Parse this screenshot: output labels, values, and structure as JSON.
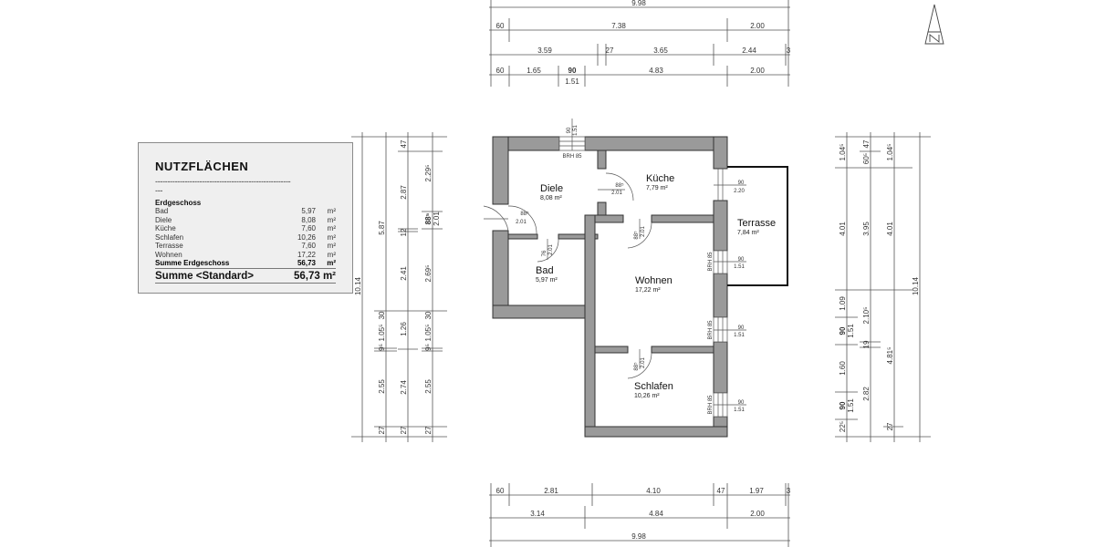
{
  "legend": {
    "title": "NUTZFLÄCHEN",
    "separator": "-------------------------------------------------------",
    "separator_tail": "---",
    "group": "Erdgeschoss",
    "rows": [
      {
        "name": "Bad",
        "value": "5,97",
        "unit": "m²"
      },
      {
        "name": "Diele",
        "value": "8,08",
        "unit": "m²"
      },
      {
        "name": "Küche",
        "value": "7,60",
        "unit": "m²"
      },
      {
        "name": "Schlafen",
        "value": "10,26",
        "unit": "m²"
      },
      {
        "name": "Terrasse",
        "value": "7,60",
        "unit": "m²"
      },
      {
        "name": "Wohnen",
        "value": "17,22",
        "unit": "m²"
      }
    ],
    "subtotal": {
      "name": "Summe Erdgeschoss",
      "value": "56,73",
      "unit": "m²"
    },
    "total": {
      "name": "Summe <Standard>",
      "value": "56,73 m²"
    }
  },
  "rooms": [
    {
      "name": "Diele",
      "area": "8,08 m²"
    },
    {
      "name": "Küche",
      "area": "7,79 m²"
    },
    {
      "name": "Terrasse",
      "area": "7,84 m²"
    },
    {
      "name": "Bad",
      "area": "5,97 m²"
    },
    {
      "name": "Wohnen",
      "area": "17,22 m²"
    },
    {
      "name": "Schlafen",
      "area": "10,26 m²"
    }
  ],
  "openings": {
    "brh": "BRH 85",
    "top_window": {
      "w": "90",
      "h": "1.51"
    },
    "door_diele_kueche": {
      "w": "88⁵",
      "h": "2.01"
    },
    "entry_door": {
      "w": "88⁵",
      "h": "2.01"
    },
    "bad_door": {
      "w": "76",
      "h": "2.01"
    },
    "wohnen_door": {
      "w": "88⁵",
      "h": "2.01"
    },
    "schlafen_door": {
      "w": "88⁵",
      "h": "2.01"
    },
    "terrace_door": {
      "w": "90",
      "h": "2.20"
    },
    "window_wohnen_1": {
      "w": "90",
      "h": "1.51"
    },
    "window_wohnen_2": {
      "w": "90",
      "h": "1.51"
    },
    "window_schlafen": {
      "w": "90",
      "h": "1.51"
    }
  },
  "dimensions": {
    "top": {
      "row1": [
        "9.98"
      ],
      "row2": [
        "60",
        "7.38",
        "2.00"
      ],
      "row3": [
        "3.59",
        "27",
        "3.65",
        "2.44",
        "3"
      ],
      "row4": [
        "60",
        "1.65",
        "90",
        "1.51",
        "4.83",
        "2.00"
      ]
    },
    "bottom": {
      "row1": [
        "60",
        "2.81",
        "4.10",
        "47",
        "1.97",
        "3"
      ],
      "row2": [
        "3.14",
        "4.84",
        "2.00"
      ],
      "row3": [
        "9.98"
      ]
    },
    "left": {
      "total": "10.14",
      "col1": [
        "5.87",
        "30",
        "9⁵",
        "1.05⁵",
        "2.55",
        "27"
      ],
      "col2": [
        "47",
        "2.87",
        "12",
        "2.41",
        "1.26",
        "2.74",
        "27"
      ],
      "col3": [
        "2.29⁵",
        "88⁵",
        "2.01",
        "2.69⁵",
        "30",
        "9⁵",
        "1.05⁵",
        "2.55",
        "27"
      ]
    },
    "right": {
      "total": "10.14",
      "col1": [
        "1.04⁵",
        "4.01",
        "1.09",
        "90",
        "1.51",
        "1.60",
        "90",
        "1.51",
        "22⁵"
      ],
      "col2": [
        "60⁵",
        "47",
        "3.95",
        "2.10⁵",
        "19",
        "2.82"
      ],
      "col3": [
        "1.04⁵",
        "4.01",
        "4.81⁵",
        "27"
      ]
    }
  },
  "north_arrow": {
    "icon": "north-arrow-icon",
    "label": "N"
  },
  "colors": {
    "wall": "#9a9a9a",
    "wall_stroke": "#333333",
    "terrace": "#111111",
    "dim_line": "#555555",
    "legend_bg": "#efefef"
  }
}
